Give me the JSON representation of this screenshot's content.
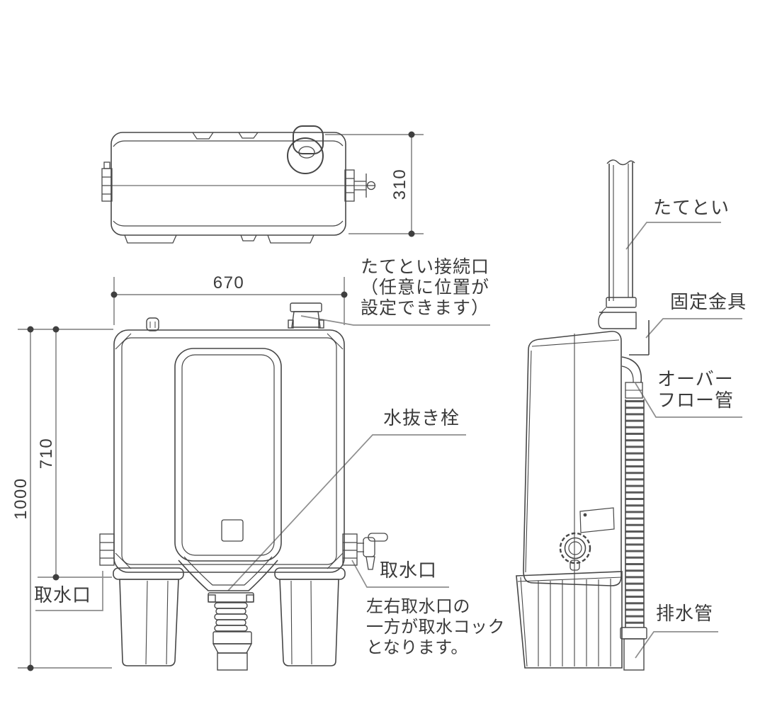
{
  "dimensions": {
    "tank_width": "670",
    "tank_depth": "310",
    "total_height": "1000",
    "intake_height": "710"
  },
  "labels": {
    "intake_left": "取水口",
    "connection_line1": "たてとい接続口",
    "connection_line2": "（任意に位置が",
    "connection_line3": "設定できます）",
    "drain_plug": "水抜き栓",
    "intake_right": "取水口",
    "note_line1": "左右取水口の",
    "note_line2": "一方が取水コック",
    "note_line3": "となります。",
    "downspout": "たてとい",
    "fixing_bracket": "固定金具",
    "overflow_line1": "オーバー",
    "overflow_line2": "フロー管",
    "drain_pipe": "排水管"
  },
  "colors": {
    "line": "#474747",
    "annotation": "#8e8e8e",
    "text": "#3b3b3b",
    "background": "#ffffff"
  }
}
